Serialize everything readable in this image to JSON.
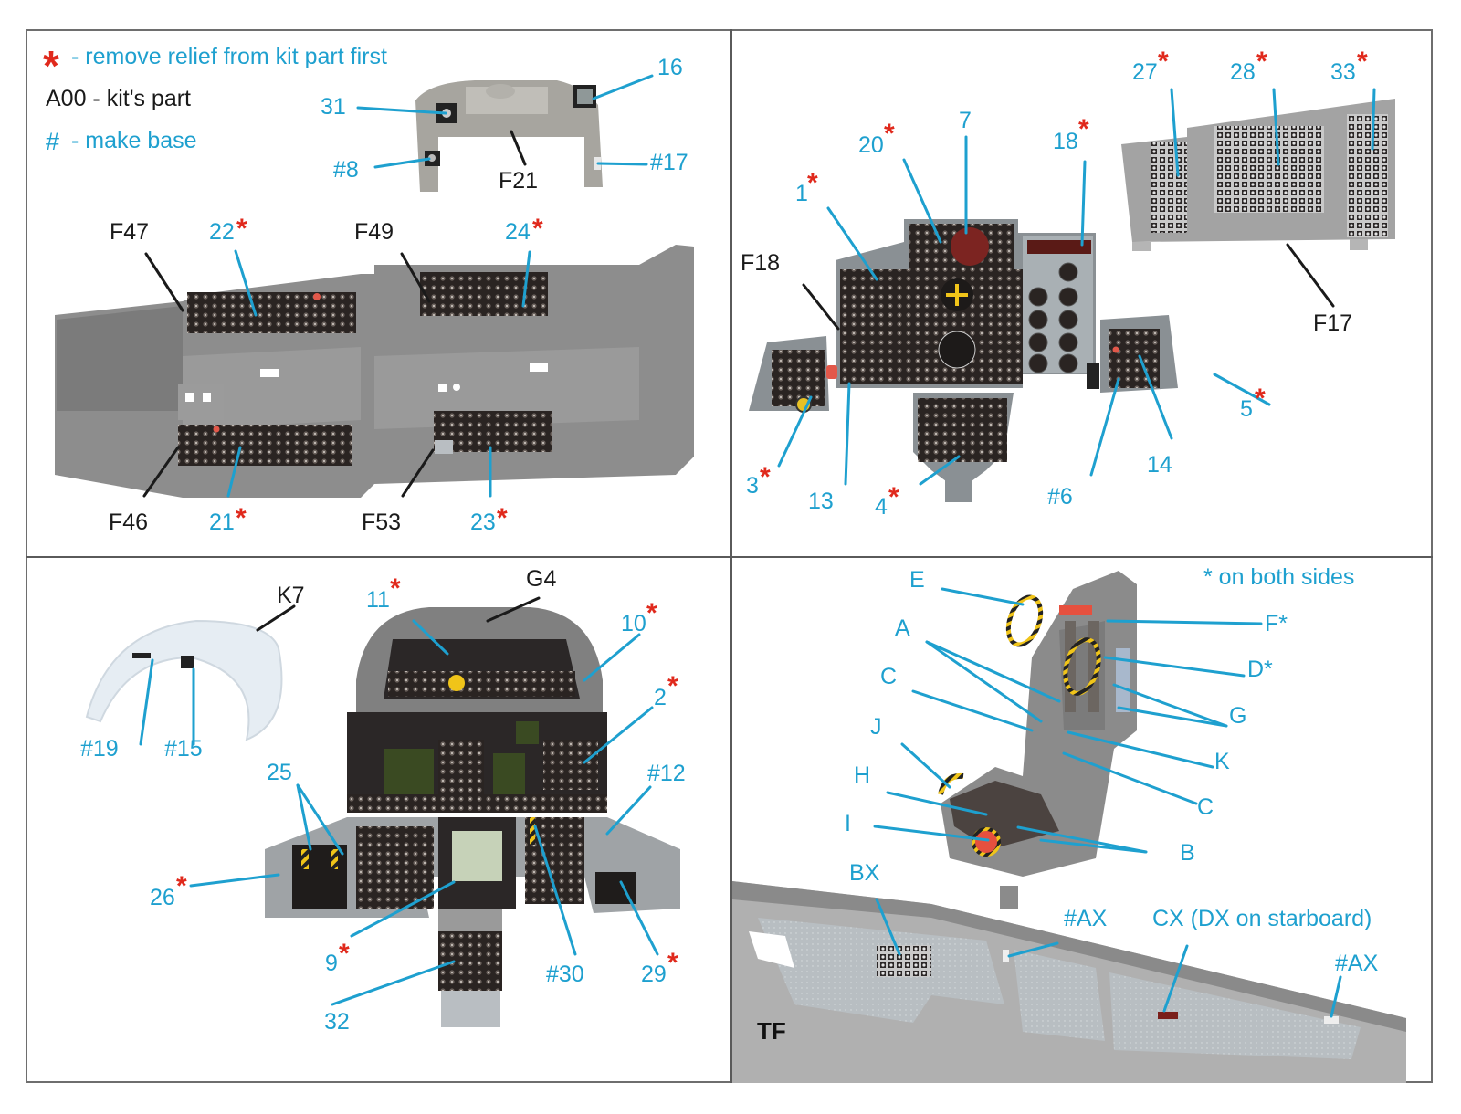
{
  "legend": {
    "star_symbol": "*",
    "star_text": "- remove relief from kit part first",
    "kit_part_text": "A00 - kit's part",
    "hash_symbol": "#",
    "hash_text": "- make base"
  },
  "colors": {
    "callout_blue": "#1ea0cf",
    "star_red": "#e0291c",
    "kit_black": "#1a1a1a",
    "resin_gray": "#8c8c8c",
    "panel_dark": "#2a2422"
  },
  "panel1": {
    "kit_labels": [
      "F21",
      "F47",
      "F49",
      "F46",
      "F53"
    ],
    "callouts": [
      "31",
      "16",
      "#8",
      "#17",
      "22",
      "24",
      "21",
      "23"
    ]
  },
  "panel2": {
    "kit_labels": [
      "F18",
      "F17"
    ],
    "callouts": [
      "1",
      "20",
      "7",
      "18",
      "27",
      "28",
      "33",
      "3",
      "13",
      "4",
      "#6",
      "14",
      "5"
    ]
  },
  "panel3": {
    "kit_labels": [
      "K7",
      "G4"
    ],
    "callouts": [
      "#19",
      "#15",
      "11",
      "10",
      "2",
      "25",
      "#12",
      "26",
      "9",
      "#30",
      "29",
      "32"
    ]
  },
  "panel4": {
    "note": "* on both sides",
    "kit_labels": [
      "TF"
    ],
    "callouts": [
      "E",
      "F*",
      "A",
      "D*",
      "C",
      "G",
      "J",
      "K",
      "H",
      "C",
      "I",
      "B",
      "BX",
      "#AX",
      "CX (DX on starboard)",
      "#AX"
    ]
  }
}
